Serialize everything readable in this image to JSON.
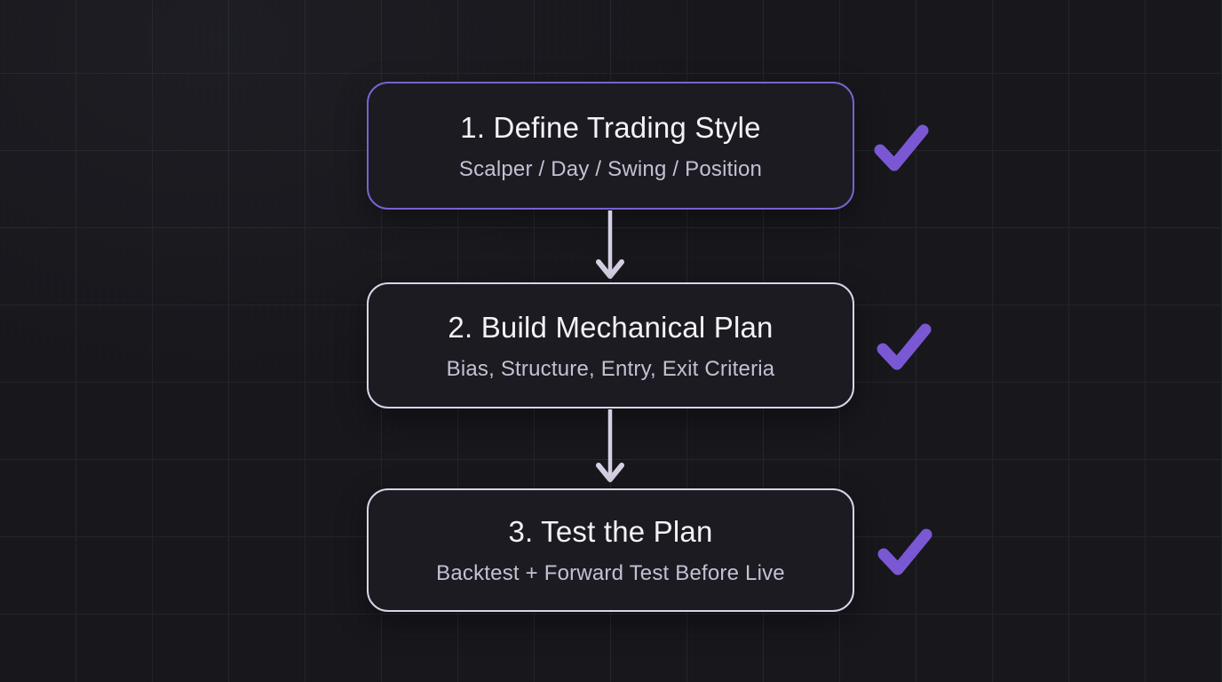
{
  "colors": {
    "bg": "#17171c",
    "grid": "#24242c",
    "box_bg": "#1b1b21",
    "border_active": "#7b61d0",
    "border_default": "#d9d4e8",
    "title_text": "#f3f2f7",
    "subtitle_text": "#c5c0d4",
    "checkmark": "#7a58d4",
    "arrow": "#d6d0e3"
  },
  "flow": {
    "steps": [
      {
        "title": "1. Define Trading Style",
        "subtitle": "Scalper / Day / Swing / Position",
        "border": "active",
        "checked": true
      },
      {
        "title": "2. Build Mechanical Plan",
        "subtitle": "Bias, Structure, Entry, Exit Criteria",
        "border": "default",
        "checked": true
      },
      {
        "title": "3. Test the Plan",
        "subtitle": "Backtest + Forward Test Before Live",
        "border": "default",
        "checked": true
      }
    ]
  }
}
